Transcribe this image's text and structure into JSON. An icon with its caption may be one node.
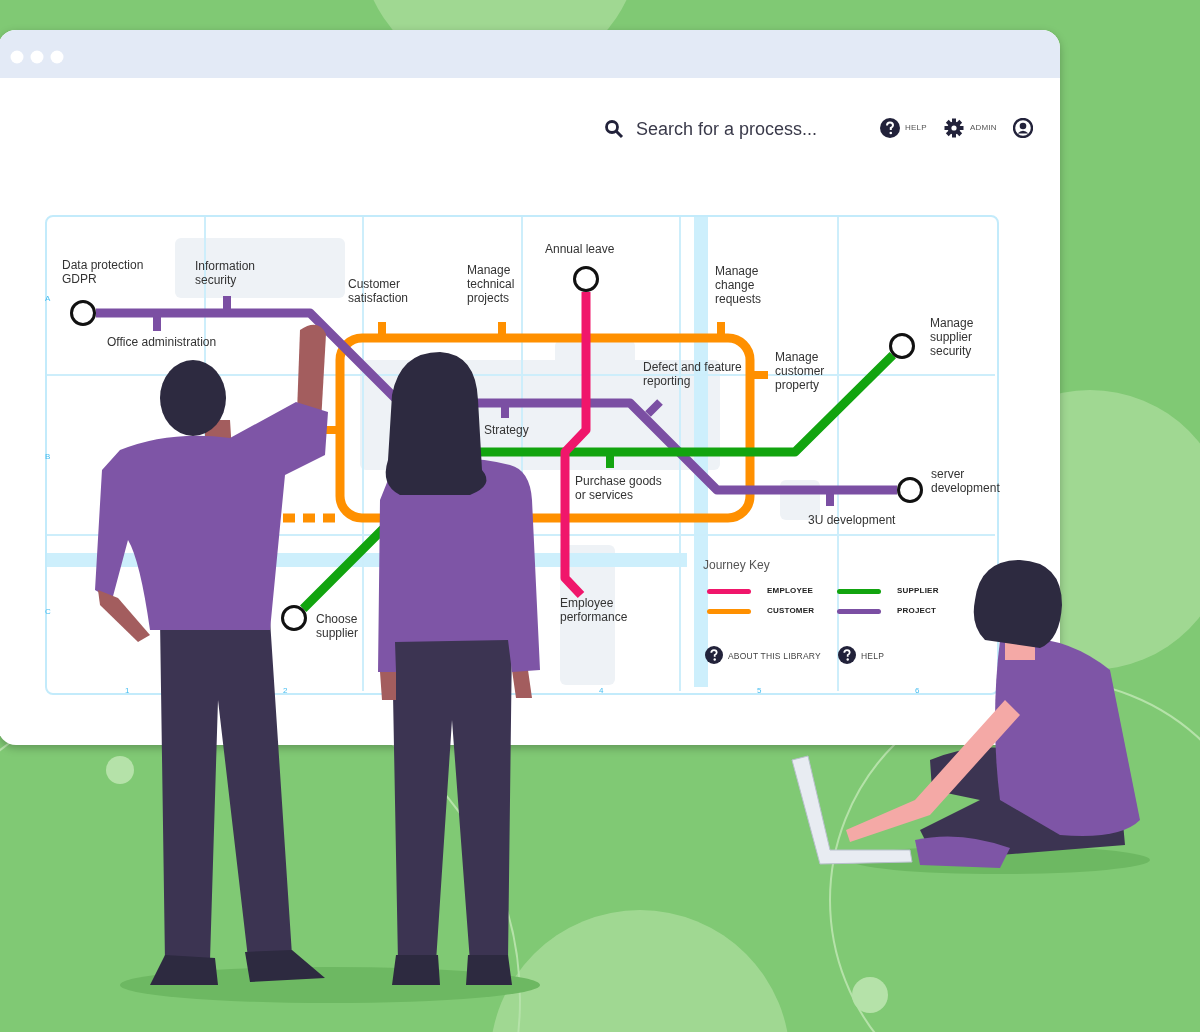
{
  "diagram": {
    "nodes": [
      {
        "text": [],
        "shape": "circle",
        "beside": [
          "Data protection GDPR"
        ]
      },
      {
        "text": [],
        "shape": "circle",
        "beside": [
          "Annual leave"
        ]
      },
      {
        "text": [],
        "shape": "circle",
        "beside": [
          "Manage supplier security"
        ]
      },
      {
        "text": [],
        "shape": "circle",
        "beside": [
          "server development"
        ]
      },
      {
        "text": [],
        "shape": "circle",
        "beside": [
          "Choose supplier"
        ]
      },
      {
        "text": [
          "Employee performance"
        ]
      }
    ],
    "edges": [
      {
        "from": 0,
        "to": 3,
        "arrow": "none",
        "color": "#7b4fa3"
      },
      {
        "from": 4,
        "to": 2,
        "arrow": "none",
        "color": "#12a40f"
      },
      {
        "from": 1,
        "to": 5,
        "arrow": "none",
        "color": "#f0166b"
      }
    ],
    "labels": [
      "Search for a process...",
      "HELP",
      "ADMIN",
      "A",
      "Information security",
      "Office administration",
      "Customer satisfaction",
      "Manage technical projects",
      "Manage change requests",
      "Manage customer property",
      "Defect and feature reporting",
      "B",
      "Strategy",
      "Purchase goods or services",
      "3U development",
      "Journey Key",
      "C",
      "ABOUT THIS LIBRARY",
      "HELP",
      "1",
      "2",
      "4",
      "5",
      "6"
    ],
    "legend": [
      {
        "text": "EMPLOYEE",
        "color": "#f0166b"
      },
      {
        "text": "SUPPLIER",
        "color": "#12a40f"
      },
      {
        "text": "CUSTOMER",
        "color": "#ff9000"
      },
      {
        "text": "PROJECT",
        "color": "#7b4fa3"
      }
    ]
  }
}
